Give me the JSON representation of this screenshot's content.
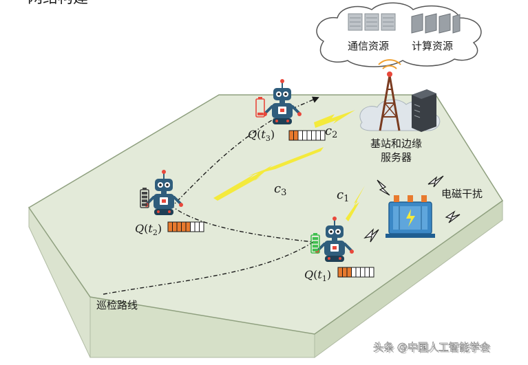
{
  "header_fragment": "网络构建",
  "cloud": {
    "comm_resources": "通信资源",
    "compute_resources": "计算资源"
  },
  "base_station": {
    "line1": "基站和边缘",
    "line2": "服务器"
  },
  "interference_label": "电磁干扰",
  "patrol_route_label": "巡检路线",
  "links": {
    "c1": "c",
    "c1_sub": "1",
    "c2": "c",
    "c2_sub": "2",
    "c3": "c",
    "c3_sub": "3"
  },
  "robots": [
    {
      "queue_label": "Q(t₃)",
      "queue_q": "Q",
      "queue_t": "t",
      "queue_sub": "3",
      "battery_color": "#e8483b",
      "queue_filled": 2,
      "queue_total": 8
    },
    {
      "queue_label": "Q(t₂)",
      "queue_q": "Q",
      "queue_t": "t",
      "queue_sub": "2",
      "battery_color": "#444444",
      "queue_filled": 5,
      "queue_total": 8
    },
    {
      "queue_label": "Q(t₁)",
      "queue_q": "Q",
      "queue_t": "t",
      "queue_sub": "1",
      "battery_color": "#3fbf4f",
      "queue_filled": 3,
      "queue_total": 8
    }
  ],
  "colors": {
    "ground_top": "#e3ead9",
    "ground_side": "#d6e0c8",
    "queue_fill": "#e87a2e",
    "lightning": "#f4ea3c",
    "robot_body": "#2f5d7c"
  },
  "watermark": "头条 @中国人工智能学会"
}
